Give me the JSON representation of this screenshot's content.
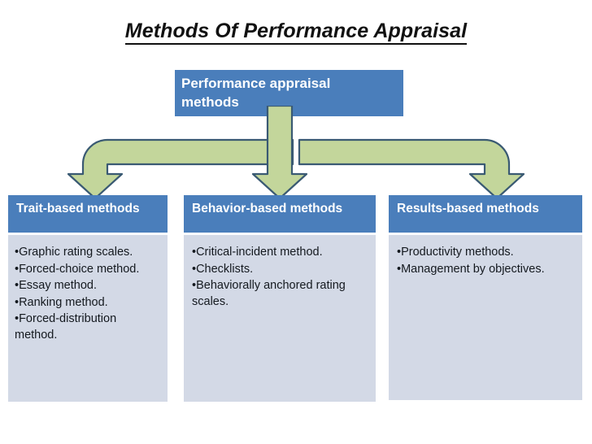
{
  "slide": {
    "title": "Methods Of Performance Appraisal"
  },
  "root": {
    "line1": "Performance appraisal",
    "line2": "methods"
  },
  "connector": {
    "fill_color": "#c3d69b",
    "stroke_color": "#3a5a73",
    "arrow_left": "arrow-down-elbow-left-icon",
    "arrow_center": "arrow-down-icon",
    "arrow_right": "arrow-down-elbow-right-icon"
  },
  "colors": {
    "header_blue": "#4a7ebb",
    "body_grey_blue": "#d3d9e6",
    "arrow_green": "#c3d69b",
    "arrow_outline": "#3a5a73",
    "title_black": "#111111",
    "header_text": "#ffffff"
  },
  "columns": [
    {
      "id": "trait",
      "header": "Trait-based methods",
      "bullet": "•",
      "items": [
        "Graphic rating scales.",
        "Forced-choice method.",
        "Essay method.",
        "Ranking method.",
        "Forced-distribution method."
      ]
    },
    {
      "id": "behavior",
      "header": "Behavior-based methods",
      "bullet": "•",
      "items": [
        "Critical-incident method.",
        "Checklists.",
        "Behaviorally anchored rating scales."
      ]
    },
    {
      "id": "results",
      "header": "Results-based methods",
      "bullet": "•",
      "items": [
        "Productivity methods.",
        "Management by objectives."
      ]
    }
  ]
}
